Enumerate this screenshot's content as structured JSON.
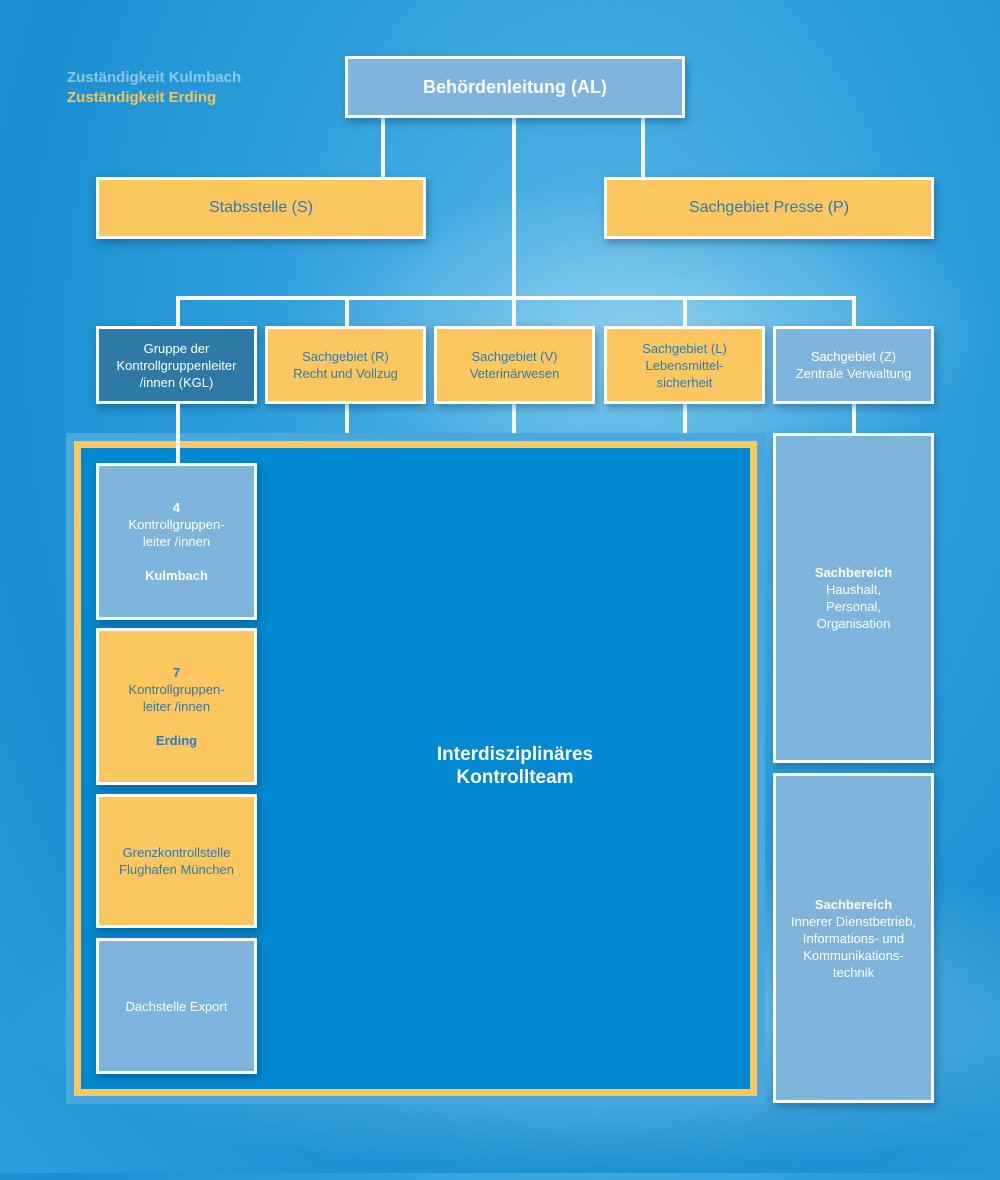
{
  "legend": {
    "kulmbach": "Zuständigkeit Kulmbach",
    "erding": "Zuständigkeit Erding"
  },
  "colors": {
    "kulmbach": "#7fb4dc",
    "erding": "#fdc760",
    "kgl": "#2d7aa6",
    "team": "#0089d0",
    "background": "#2e9fdc"
  },
  "top": {
    "label": "Behördenleitung (AL)"
  },
  "staff": {
    "stabsstelle": "Stabsstelle (S)",
    "presse": "Sachgebiet Presse (P)"
  },
  "units": {
    "kgl": [
      "Gruppe der",
      "Kontrollgruppenleiter",
      "/innen (KGL)"
    ],
    "r": [
      "Sachgebiet (R)",
      "Recht und Vollzug"
    ],
    "v": [
      "Sachgebiet (V)",
      "Veterinärwesen"
    ],
    "l": [
      "Sachgebiet (L)",
      "Lebensmittel-",
      "sicherheit"
    ],
    "z": [
      "Sachgebiet (Z)",
      "Zentrale Verwaltung"
    ]
  },
  "team": {
    "line1": "Interdisziplinäres",
    "line2": "Kontrollteam"
  },
  "kgl_groups": {
    "kulmbach": {
      "count": "4",
      "line1": "Kontrollgruppen-",
      "line2": "leiter /innen",
      "place": "Kulmbach"
    },
    "erding": {
      "count": "7",
      "line1": "Kontrollgruppen-",
      "line2": "leiter /innen",
      "place": "Erding"
    },
    "grenz": {
      "line1": "Grenzkontrollstelle",
      "line2": "Flughafen München"
    },
    "export": {
      "label": "Dachstelle Export"
    }
  },
  "sachbereiche": {
    "haushalt": {
      "title": "Sachbereich",
      "lines": [
        "Haushalt,",
        "Personal,",
        "Organisation"
      ]
    },
    "innerer": {
      "title": "Sachbereich",
      "lines": [
        "Innerer Dienstbetrieb,",
        "Informations- und",
        "Kommunikations-",
        "technik"
      ]
    }
  }
}
